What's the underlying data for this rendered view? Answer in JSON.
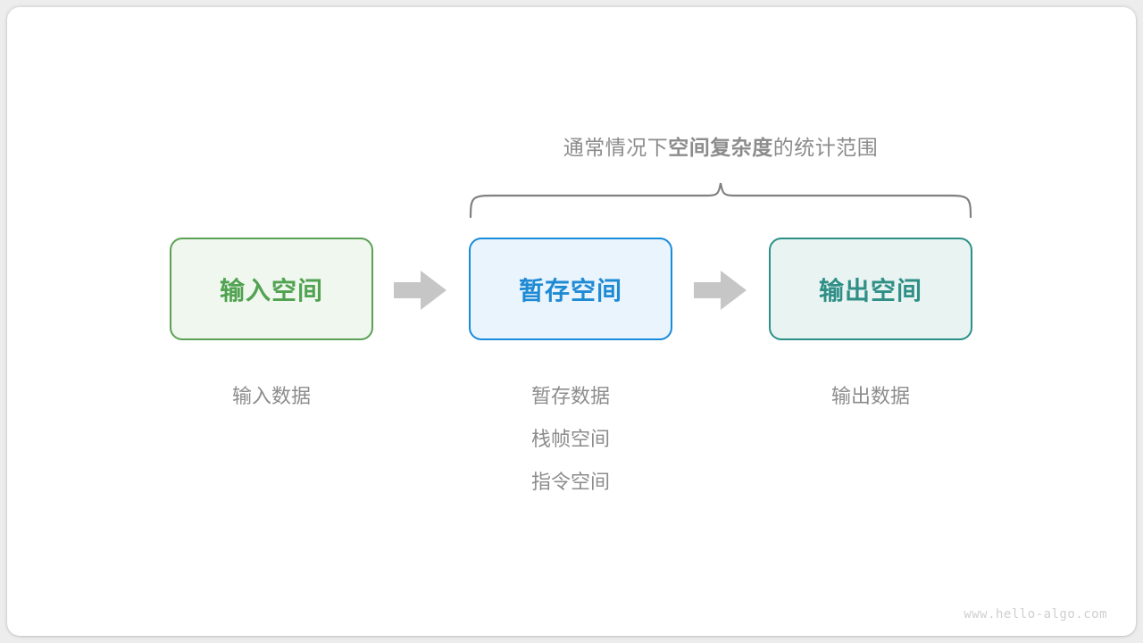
{
  "diagram": {
    "caption": {
      "lead": "通常情况下",
      "strong": "空间复杂度",
      "tail": "的统计范围"
    },
    "brace": {
      "name": "curly-brace",
      "color": "#808080",
      "covers": [
        "暂存空间",
        "输出空间"
      ]
    },
    "boxes": [
      {
        "id": "input-space",
        "label": "输入空间",
        "fill": "#eff7ee",
        "border": "#5ba055",
        "text_color": "#51a251"
      },
      {
        "id": "buffer-space",
        "label": "暂存空间",
        "fill": "#e9f4fd",
        "border": "#1a8bd8",
        "text_color": "#1f8ad4"
      },
      {
        "id": "output-space",
        "label": "输出空间",
        "fill": "#e9f4f2",
        "border": "#2b8f87",
        "text_color": "#2f8f87"
      }
    ],
    "arrows": [
      {
        "id": "arrow-input-to-buffer",
        "icon": "right-arrow-icon",
        "color": "#c6c6c6"
      },
      {
        "id": "arrow-buffer-to-output",
        "icon": "right-arrow-icon",
        "color": "#c6c6c6"
      }
    ],
    "columns": [
      {
        "id": "input-column",
        "items": [
          "输入数据"
        ]
      },
      {
        "id": "buffer-column",
        "items": [
          "暂存数据",
          "栈帧空间",
          "指令空间"
        ]
      },
      {
        "id": "output-column",
        "items": [
          "输出数据"
        ]
      }
    ],
    "label_color": "#8c8c8c",
    "watermark": "www.hello-algo.com"
  }
}
